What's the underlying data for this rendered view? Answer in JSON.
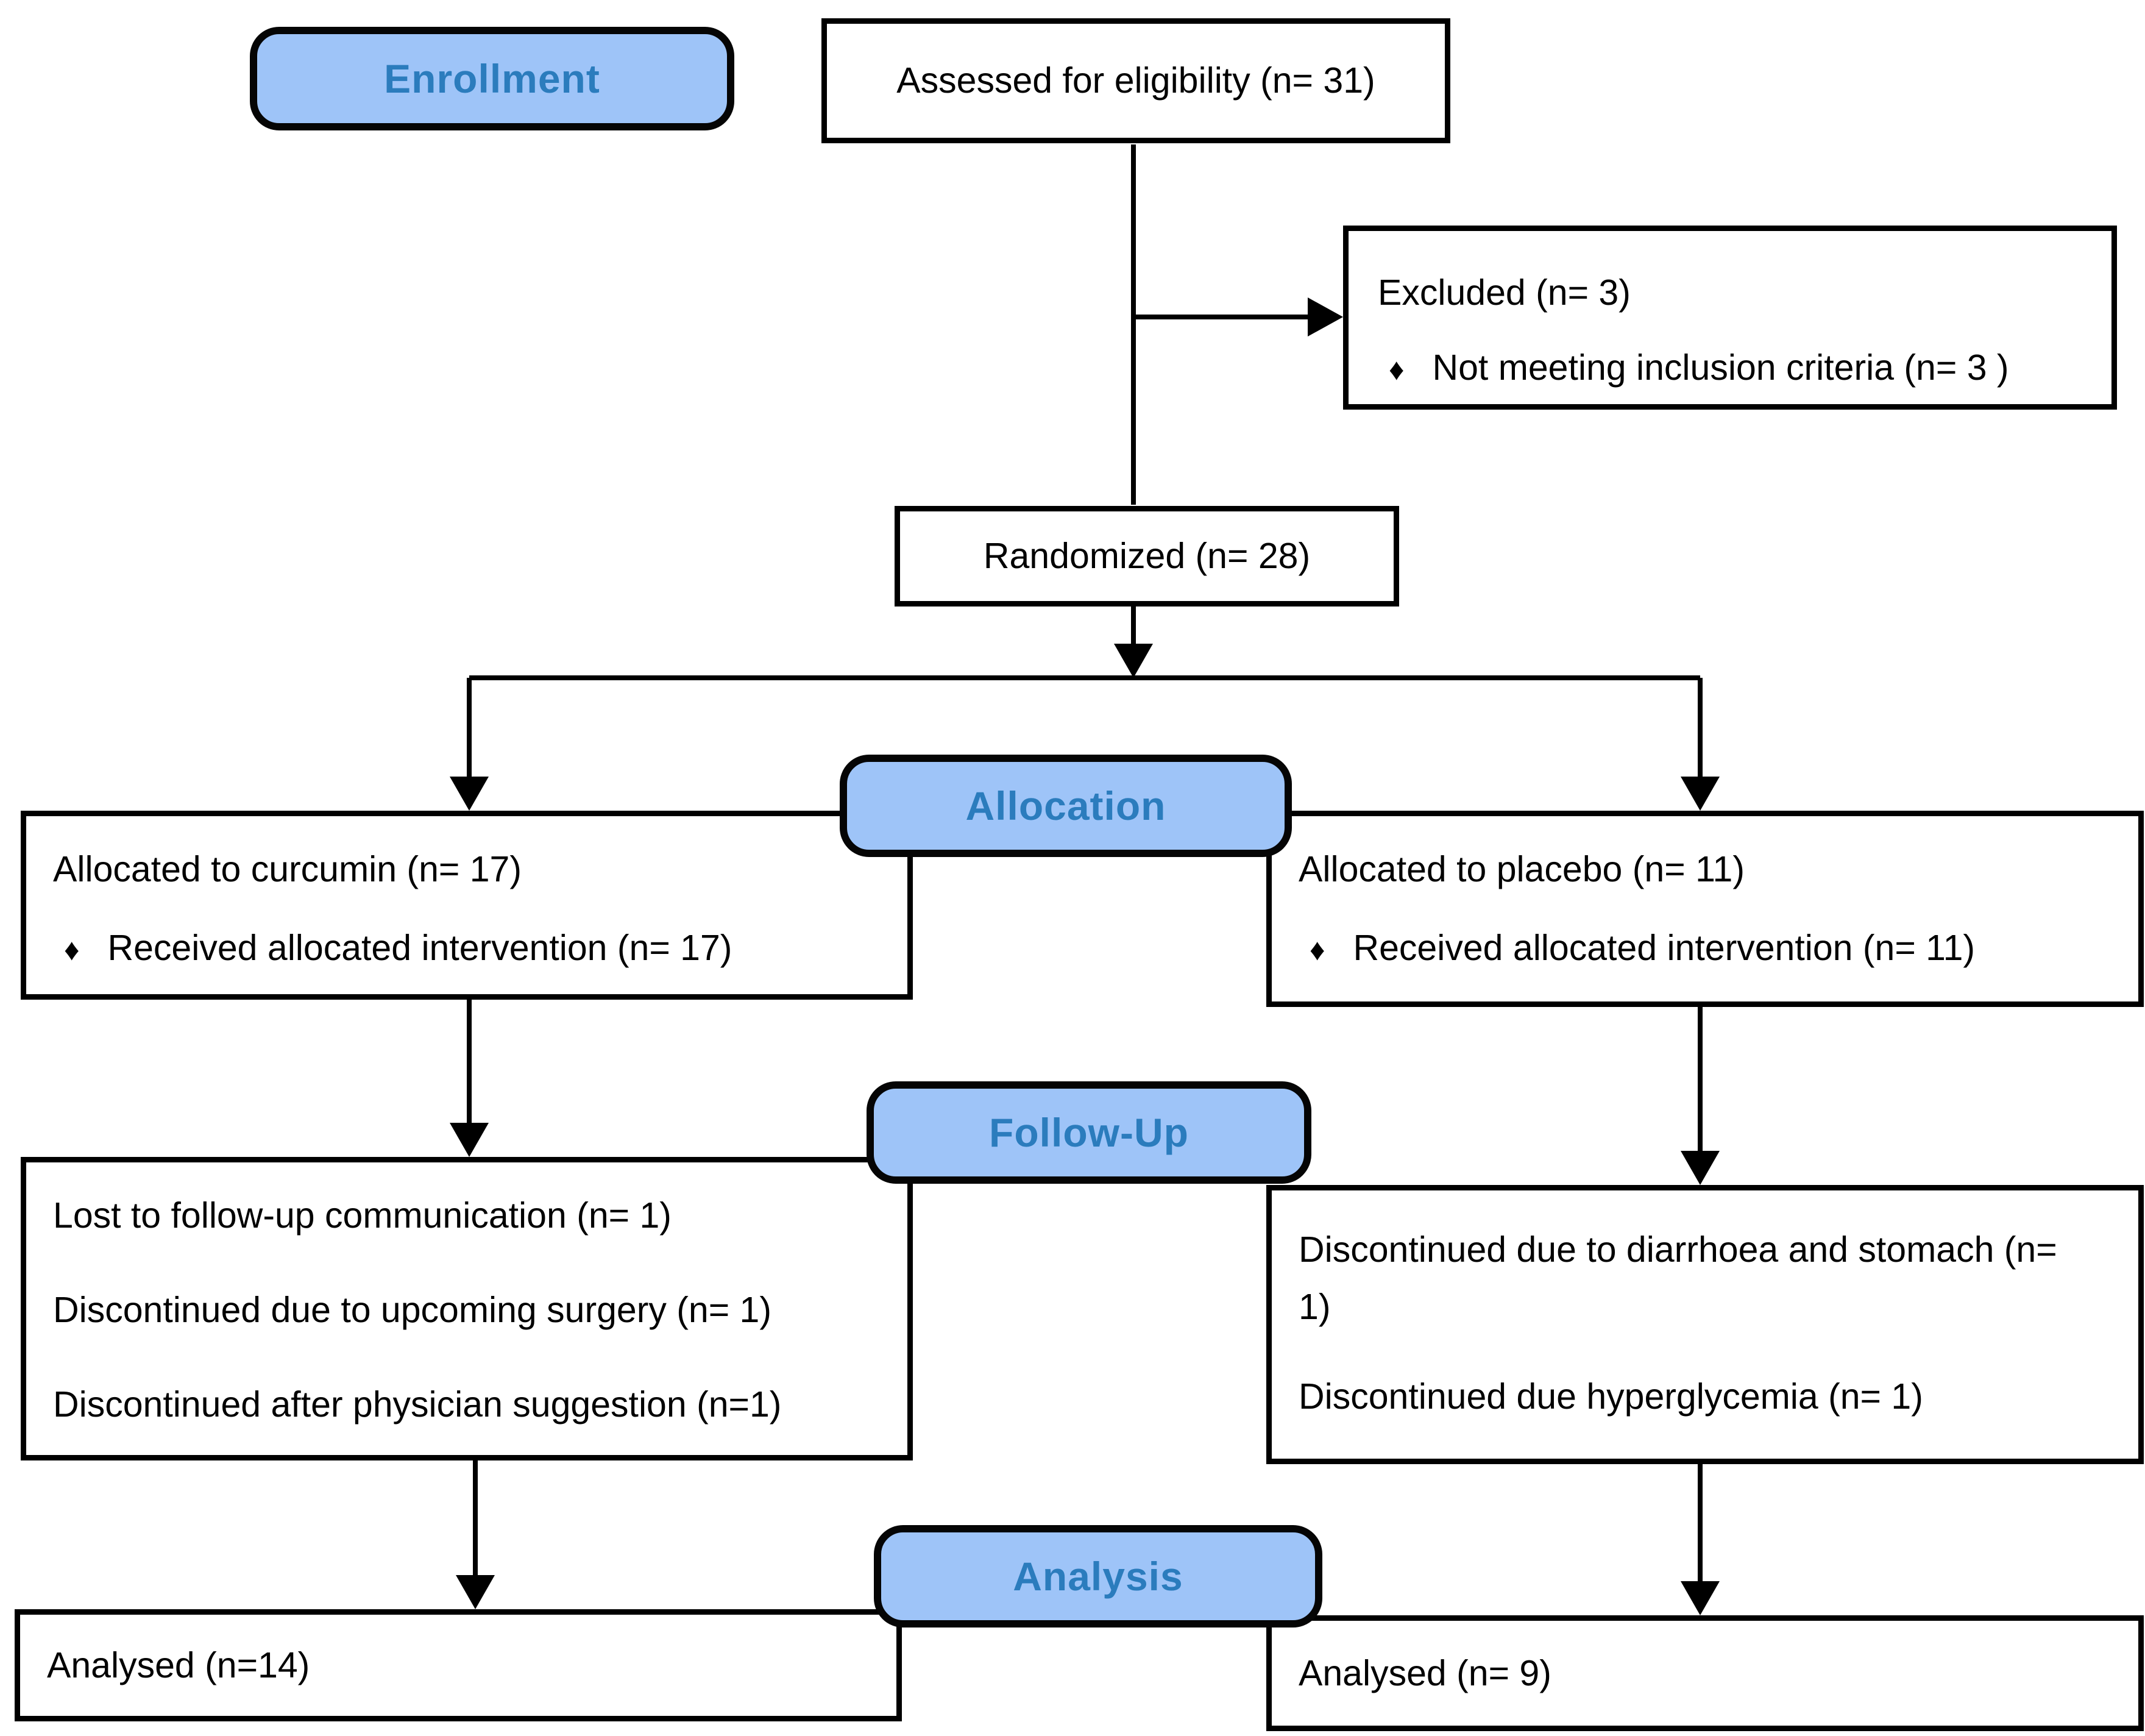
{
  "colors": {
    "background": "#ffffff",
    "stage_fill": "#9EC4F8",
    "stage_text": "#2B7CBD",
    "line_color": "#000000"
  },
  "bullet": "♦",
  "stages": {
    "enrollment": "Enrollment",
    "allocation": "Allocation",
    "followup": "Follow-Up",
    "analysis": "Analysis"
  },
  "boxes": {
    "assessed": {
      "text": "Assessed for eligibility (n= 31)"
    },
    "excluded": {
      "title": "Excluded (n= 3)",
      "items": [
        "Not meeting inclusion criteria (n= 3 )"
      ]
    },
    "randomized": {
      "text": "Randomized (n= 28)"
    },
    "allocated_curcumin": {
      "title": "Allocated to curcumin (n= 17)",
      "items": [
        "Received allocated intervention (n= 17)"
      ]
    },
    "allocated_placebo": {
      "title": "Allocated to placebo (n= 11)",
      "items": [
        "Received allocated intervention (n= 11)"
      ]
    },
    "followup_curcumin": {
      "lines": [
        "Lost to follow-up communication (n= 1)",
        "Discontinued due to upcoming surgery (n= 1)",
        "Discontinued after physician suggestion (n=1)"
      ]
    },
    "followup_placebo": {
      "lines": [
        "Discontinued due to diarrhoea and stomach (n= 1)",
        "Discontinued due hyperglycemia (n= 1)"
      ]
    },
    "analysed_curcumin": {
      "text": "Analysed (n=14)"
    },
    "analysed_placebo": {
      "text": "Analysed (n= 9)"
    }
  }
}
